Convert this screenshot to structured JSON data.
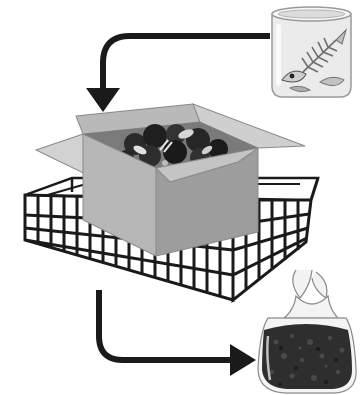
{
  "diagram": {
    "nodes": [
      {
        "id": "food-scraps-container",
        "icon": "jar-with-food-scraps-icon"
      },
      {
        "id": "worm-bin",
        "icon": "cardboard-box-with-scraps-icon"
      },
      {
        "id": "wire-mesh-cage",
        "icon": "wire-mesh-cage-icon"
      },
      {
        "id": "compost-bag",
        "icon": "plastic-bag-with-compost-icon"
      }
    ],
    "edges": [
      {
        "from": "food-scraps-container",
        "to": "worm-bin"
      },
      {
        "from": "worm-bin",
        "to": "compost-bag"
      }
    ],
    "colors": {
      "outline": "#1a1a1a",
      "box_light": "#c9c9c9",
      "box_mid": "#a9a9a9",
      "box_dark": "#8c8c8c",
      "arrow": "#1a1a1a",
      "compost": "#2e2e2e",
      "jar_glass": "#ebebeb"
    }
  }
}
